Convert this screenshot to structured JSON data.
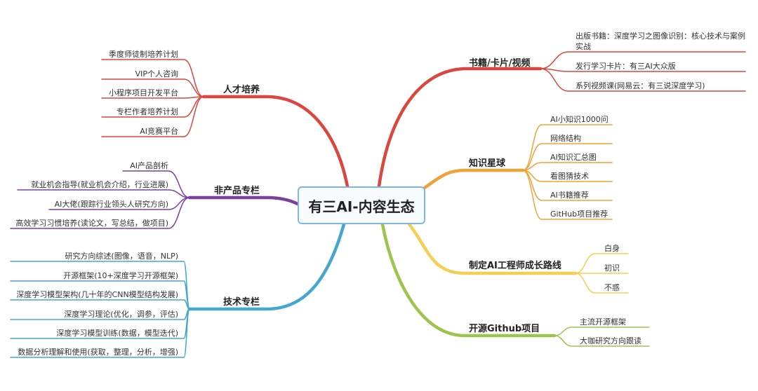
{
  "center": "有三AI-内容生态",
  "colors": {
    "red": "#d9473f",
    "orange": "#f0a23a",
    "yellow": "#f5cf55",
    "green": "#9cc54d",
    "purple": "#7b3f9e",
    "blue": "#45a6cf",
    "center_border": "#7fb6e6"
  },
  "branches": {
    "books": {
      "label": "书籍/卡片/视频",
      "items": [
        "出版书籍：深度学习之图像识别：核心技术与案例实战",
        "发行学习卡片：有三AI大众版",
        "系列视频课(网易云：有三说深度学习)"
      ]
    },
    "planet": {
      "label": "知识星球",
      "items": [
        "AI小知识1000问",
        "网络结构",
        "AI知识汇总图",
        "看图猜技术",
        "AI书籍推荐",
        "GitHub项目推荐"
      ]
    },
    "roadmap": {
      "label": "制定AI工程师成长路线",
      "items": [
        "白身",
        "初识",
        "不惑"
      ]
    },
    "github": {
      "label": "开源Github项目",
      "items": [
        "主流开源框架",
        "大咖研究方向跟读"
      ]
    },
    "talent": {
      "label": "人才培养",
      "items": [
        "季度师徒制培养计划",
        "VIP个人咨询",
        "小程序项目开发平台",
        "专栏作者培养计划",
        "AI竞赛平台"
      ]
    },
    "nonproduct": {
      "label": "非产品专栏",
      "items": [
        "AI产品剖析",
        "就业机会指导(就业机会介绍，行业进展)",
        "AI大佬(跟踪行业领头人研究方向)",
        "高效学习习惯培养(读论文，写总结，做项目)"
      ]
    },
    "tech": {
      "label": "技术专栏",
      "items": [
        "研究方向综述(图像，语音，NLP)",
        "开源框架(10+深度学习开源框架)",
        "深度学习模型架构(几十年的CNN模型结构发展)",
        "深度学习理论(优化，调参，评估)",
        "深度学习模型训练(数据，模型迭代)",
        "数据分析理解和使用(获取，整理，分析，增强)"
      ]
    }
  }
}
